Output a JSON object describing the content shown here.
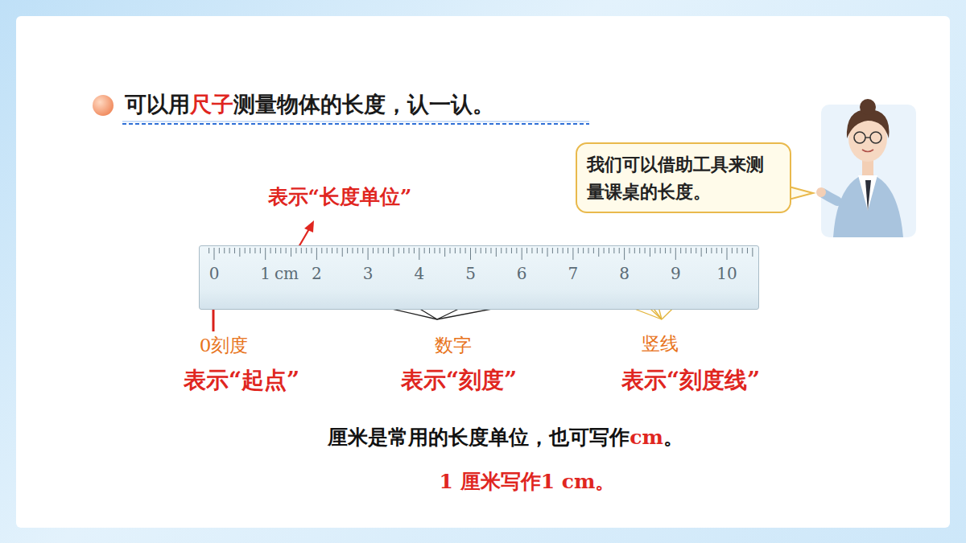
{
  "diagram": {
    "title": "可以用尺子测量物体的长度，认一认。",
    "nodes": [
      {
        "text": [
          "我们可以借助工具来测量课桌的长度。"
        ]
      },
      {
        "text": [
          "0",
          "1",
          "cm",
          "2",
          "3",
          "4",
          "5",
          "6",
          "7",
          "8",
          "9",
          "10"
        ]
      }
    ],
    "labels": [
      "表示“长度单位”",
      "0刻度",
      "表示“起点”",
      "数字",
      "表示“刻度”",
      "竖线",
      "表示“刻度线”",
      "厘米是常用的长度单位，也可写作cm。",
      "1 厘米写作1 cm。"
    ]
  }
}
